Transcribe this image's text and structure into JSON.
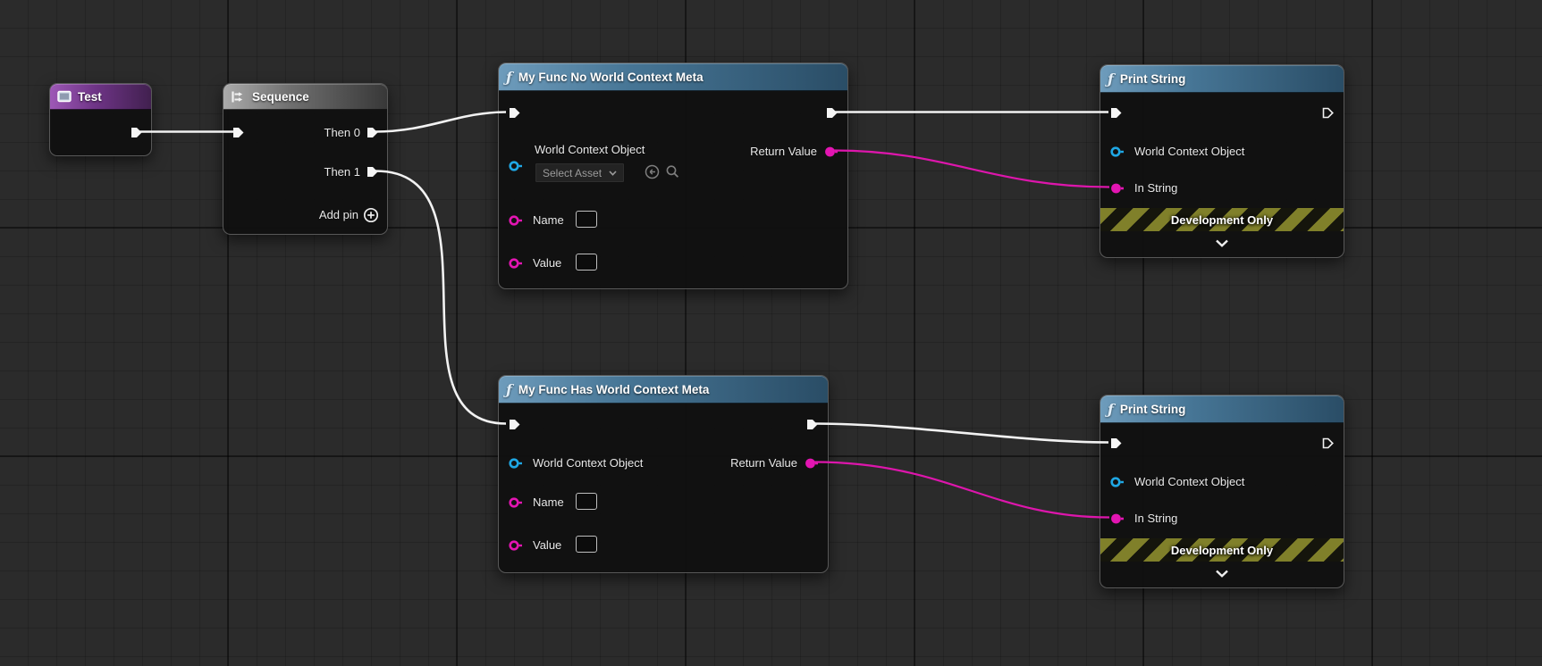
{
  "nodes": {
    "test": {
      "title": "Test"
    },
    "sequence": {
      "title": "Sequence",
      "pins": {
        "then0": "Then 0",
        "then1": "Then 1"
      },
      "add_pin": "Add pin"
    },
    "func_no_wcm": {
      "title": "My Func No World Context Meta",
      "pins": {
        "world_context": "World Context Object",
        "name": "Name",
        "value": "Value",
        "return_value": "Return Value"
      },
      "asset_picker": {
        "selected": "Select Asset"
      },
      "inputs": {
        "name": "",
        "value": ""
      }
    },
    "func_has_wcm": {
      "title": "My Func Has World Context Meta",
      "pins": {
        "world_context": "World Context Object",
        "name": "Name",
        "value": "Value",
        "return_value": "Return Value"
      },
      "inputs": {
        "name": "",
        "value": ""
      }
    },
    "print_top": {
      "title": "Print String",
      "pins": {
        "world_context": "World Context Object",
        "in_string": "In String"
      },
      "dev_only_banner": "Development Only"
    },
    "print_bottom": {
      "title": "Print String",
      "pins": {
        "world_context": "World Context Object",
        "in_string": "In String"
      },
      "dev_only_banner": "Development Only"
    }
  },
  "colors": {
    "exec_wire": "#f2f2f2",
    "string_wire": "#dd16ac",
    "object_pin": "#1fa7e4",
    "string_pin": "#e315b2"
  }
}
